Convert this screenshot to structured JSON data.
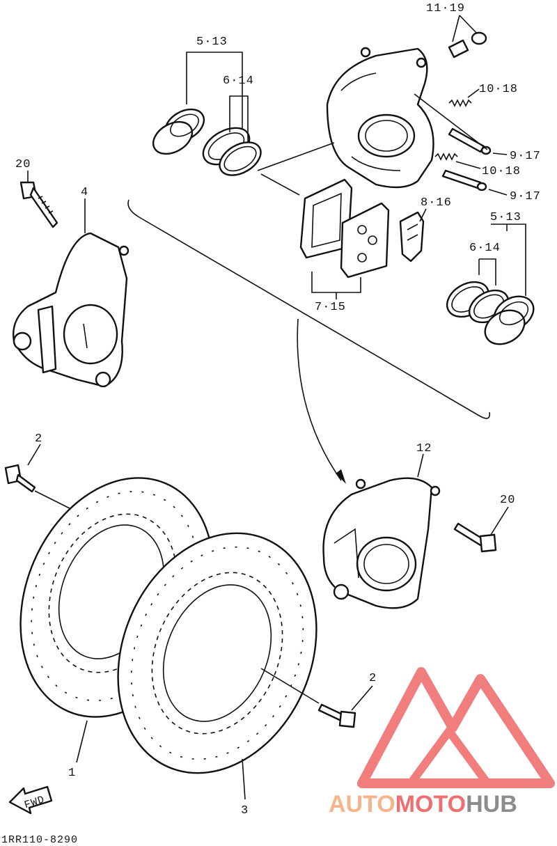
{
  "callouts": {
    "c1": "1",
    "c2a": "2",
    "c2b": "2",
    "c3": "3",
    "c4": "4",
    "c5a": "5·13",
    "c5b": "5·13",
    "c6a": "6·14",
    "c6b": "6·14",
    "c7": "7·15",
    "c8": "8·16",
    "c9a": "9·17",
    "c9b": "9·17",
    "c10a": "10·18",
    "c10b": "10·18",
    "c11": "11·19",
    "c12": "12",
    "c20a": "20",
    "c20b": "20"
  },
  "fwd_label": "FWD",
  "diagram_code": "1RR110-8290",
  "watermark": {
    "part1": "AUTO",
    "part2": "MOTO",
    "part3": "HUB",
    "colors": {
      "auto": "#f5b48a",
      "moto": "#ee6f6f",
      "hub": "#8c8c8c",
      "mark": "#f07070"
    }
  }
}
